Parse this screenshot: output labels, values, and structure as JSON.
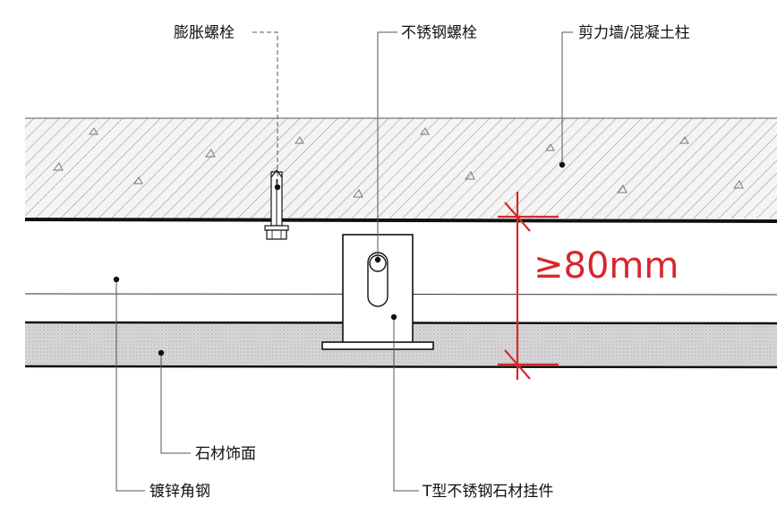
{
  "labels": {
    "expansion_bolt": "膨胀螺栓",
    "stainless_bolt": "不锈钢螺栓",
    "shear_wall": "剪力墙/混凝土柱",
    "stone_finish": "石材饰面",
    "galvanized_angle": "镀锌角钢",
    "t_hanger": "T型不锈钢石材挂件"
  },
  "dimension": {
    "text": "≥80mm",
    "color": "#d9262b"
  },
  "colors": {
    "line": "#111111",
    "hatch": "#8a8a8a",
    "dimension": "#d9262b"
  }
}
